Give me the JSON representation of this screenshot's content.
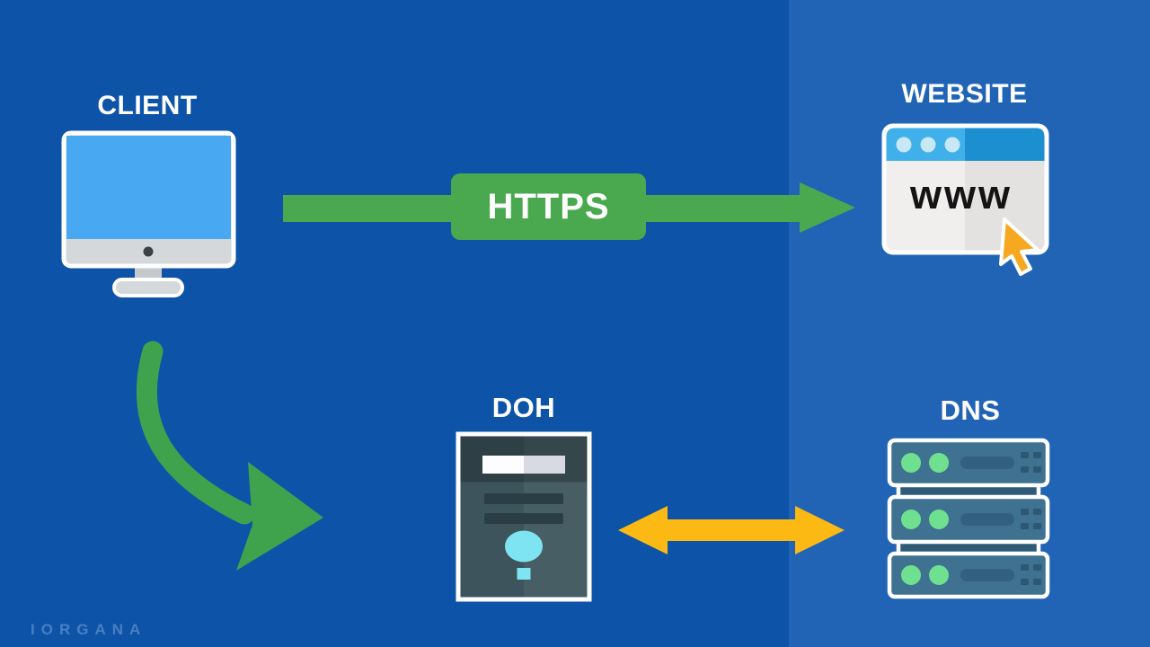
{
  "title": "DNS over HTTPS diagram",
  "colors": {
    "bg_left": "#0d53a8",
    "bg_right": "#2164b6",
    "green": "#4aa94f",
    "green_dark": "#3fa34d",
    "amber": "#fcb913",
    "label_text": "#ffffff"
  },
  "nodes": {
    "client": {
      "label": "CLIENT"
    },
    "website": {
      "label": "WEBSITE",
      "browser_text": "www"
    },
    "doh": {
      "label": "DOH"
    },
    "dns": {
      "label": "DNS"
    }
  },
  "connections": {
    "https": {
      "label": "HTTPS",
      "from": "client",
      "to": "website",
      "direction": "one-way"
    },
    "client_to_doh": {
      "from": "client",
      "to": "doh",
      "direction": "one-way"
    },
    "doh_to_dns": {
      "from": "doh",
      "to": "dns",
      "direction": "two-way"
    }
  },
  "watermark": {
    "text": "IORGANA"
  }
}
